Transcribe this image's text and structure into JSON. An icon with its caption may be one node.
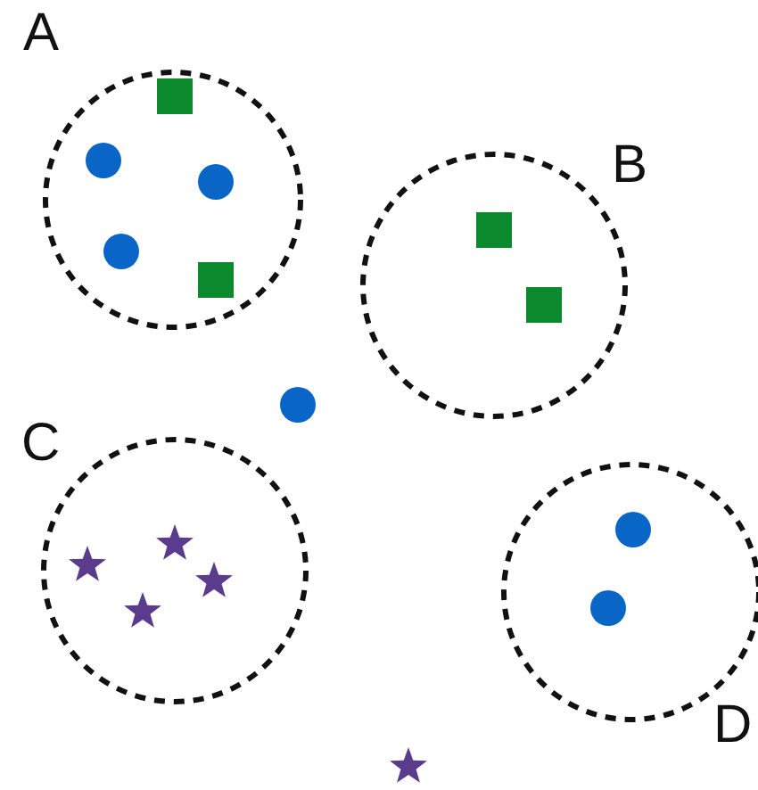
{
  "diagram": {
    "nodes": [
      {
        "text": [
          "A"
        ]
      },
      {
        "text": [],
        "shape": "box",
        "in": 0
      },
      {
        "text": [],
        "shape": "circle",
        "in": 0
      },
      {
        "text": [],
        "shape": "circle",
        "in": 0
      },
      {
        "text": [],
        "shape": "circle",
        "in": 0
      },
      {
        "text": [],
        "shape": "box",
        "in": 0
      },
      {
        "text": [
          "B"
        ]
      },
      {
        "text": [],
        "shape": "box",
        "in": 6
      },
      {
        "text": [],
        "shape": "box",
        "in": 6
      },
      {
        "text": [],
        "shape": "circle"
      },
      {
        "text": [
          "C"
        ]
      },
      {
        "text": [],
        "shape": "star",
        "in": 10
      },
      {
        "text": [],
        "shape": "star",
        "in": 10
      },
      {
        "text": [],
        "shape": "star",
        "in": 10
      },
      {
        "text": [],
        "shape": "star",
        "in": 10
      },
      {
        "text": [
          "D"
        ]
      },
      {
        "text": [],
        "shape": "circle",
        "in": 15
      },
      {
        "text": [],
        "shape": "circle",
        "in": 15
      },
      {
        "text": [],
        "shape": "star"
      }
    ]
  }
}
